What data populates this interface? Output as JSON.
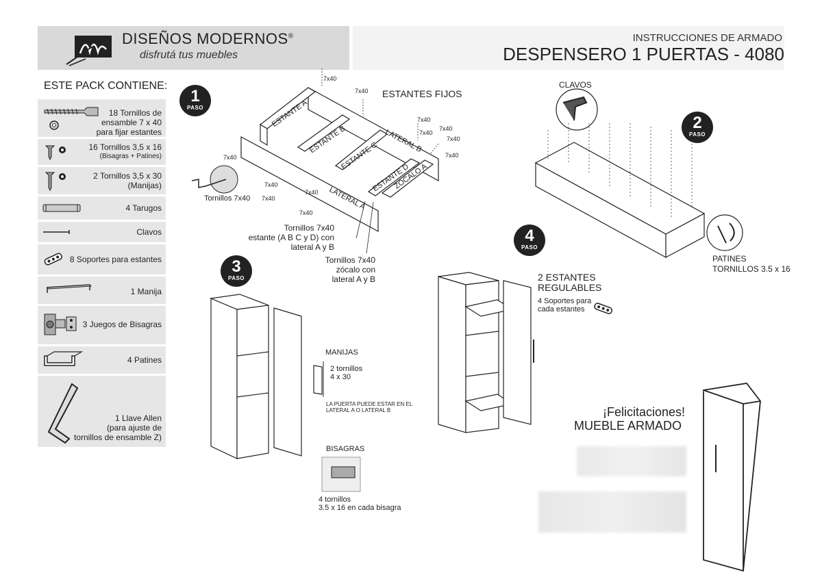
{
  "header": {
    "brand": "DISEÑOS MODERNOS",
    "registered": "®",
    "tagline": "disfrutá tus muebles",
    "subtitle": "INSTRUCCIONES  DE ARMADO",
    "title": "DESPENSERO 1 PUERTAS  - 4080"
  },
  "pack": {
    "heading": "ESTE PACK CONTIENE:",
    "items": [
      {
        "lines": [
          "18 Tornillos de",
          "ensamble 7 x 40",
          "para fijar estantes"
        ],
        "icon": "screw-icon"
      },
      {
        "lines": [
          "16 Tornillos 3,5 x 16",
          "(Bisagras + Patines)"
        ],
        "icon": "small-screw-icon"
      },
      {
        "lines": [
          "2 Tornillos 3,5 x 30",
          "(Manijas)"
        ],
        "icon": "medium-screw-icon"
      },
      {
        "lines": [
          "4 Tarugos"
        ],
        "icon": "dowel-icon"
      },
      {
        "lines": [
          "Clavos"
        ],
        "icon": "nail-icon"
      },
      {
        "lines": [
          "8 Soportes para estantes"
        ],
        "icon": "shelf-support-icon"
      },
      {
        "lines": [
          "1 Manija"
        ],
        "icon": "handle-icon"
      },
      {
        "lines": [
          "3 Juegos de Bisagras"
        ],
        "icon": "hinge-icon"
      },
      {
        "lines": [
          "4  Patines"
        ],
        "icon": "glide-icon"
      },
      {
        "lines": [
          "1 Llave Allen",
          "(para ajuste de",
          "tornillos de ensamble Z)"
        ],
        "icon": "allen-key-icon"
      }
    ]
  },
  "step1": {
    "badge_num": "1",
    "badge_word": "PASO",
    "estantes_fijos": "ESTANTES FIJOS",
    "parts": [
      "ESTANTE A",
      "ESTANTE B",
      "ESTANTE C",
      "LATERAL B",
      "ESTANTE D",
      "ZÓCALO A",
      "LATERAL A"
    ],
    "screw_size": "7x40",
    "tornillos_label": "Tornillos 7x40",
    "note1": [
      "Tornillos 7x40",
      "estante (A B  C y D) con",
      "lateral A y B"
    ],
    "note2": [
      "Tornillos 7x40",
      "zócalo con",
      "lateral A y B"
    ]
  },
  "step2": {
    "badge_num": "2",
    "badge_word": "PASO",
    "clavos": "CLAVOS",
    "patines": [
      "PATINES",
      "TORNILLOS 3.5 x 16"
    ]
  },
  "step3": {
    "badge_num": "3",
    "badge_word": "PASO",
    "manijas": "MANIJAS",
    "manijas_screws": [
      "2 tornillos",
      "4 x 30"
    ],
    "door_note": [
      "LA PUERTA PUEDE ESTAR EN EL",
      "LATERAL A O LATERAL B"
    ],
    "bisagras": "BISAGRAS",
    "bisagras_note": [
      "4 tornillos",
      "3.5 x 16 en cada bisagra"
    ]
  },
  "step4": {
    "badge_num": "4",
    "badge_word": "PASO",
    "regulables": [
      "2 ESTANTES",
      "REGULABLES"
    ],
    "soportes": [
      "4 Soportes para",
      "cada estantes"
    ]
  },
  "final": {
    "congrats": "¡Felicitaciones!",
    "assembled": "MUEBLE ARMADO"
  }
}
